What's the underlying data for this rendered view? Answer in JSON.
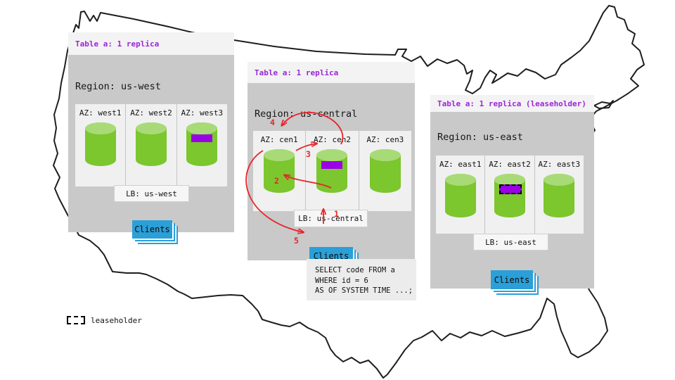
{
  "regions": {
    "west": {
      "table_label": "Table a: 1 replica",
      "region_label": "Region: us-west",
      "azs": [
        {
          "label": "AZ: west1"
        },
        {
          "label": "AZ: west2"
        },
        {
          "label": "AZ: west3"
        }
      ],
      "lb_label": "LB: us-west",
      "clients_label": "Clients"
    },
    "central": {
      "table_label": "Table a: 1 replica",
      "region_label": "Region: us-central",
      "azs": [
        {
          "label": "AZ: cen1"
        },
        {
          "label": "AZ: cen2"
        },
        {
          "label": "AZ: cen3"
        }
      ],
      "lb_label": "LB: us-central",
      "clients_label": "Clients"
    },
    "east": {
      "table_label": "Table a: 1 replica (leaseholder)",
      "region_label": "Region: us-east",
      "azs": [
        {
          "label": "AZ: east1"
        },
        {
          "label": "AZ: east2"
        },
        {
          "label": "AZ: east3"
        }
      ],
      "lb_label": "LB: us-east",
      "clients_label": "Clients"
    }
  },
  "flow_steps": {
    "s1": "1",
    "s2": "2",
    "s3": "3",
    "s4": "4",
    "s5": "5"
  },
  "sql_query": {
    "line1": "SELECT code FROM a",
    "line2": "WHERE id = 6",
    "line3": "AS OF SYSTEM TIME ...;"
  },
  "legend": {
    "leaseholder_label": "leaseholder"
  },
  "colors": {
    "accent_purple": "#9B26D8",
    "range_purple": "#9901E6",
    "cylinder_green": "#7CC62E",
    "cylinder_top_green": "#A8DB77",
    "clients_blue": "#2B9FD7",
    "arrow_red": "#E8232B",
    "panel_gray": "#C9C9C9",
    "map_outline": "#1E1E1E"
  }
}
